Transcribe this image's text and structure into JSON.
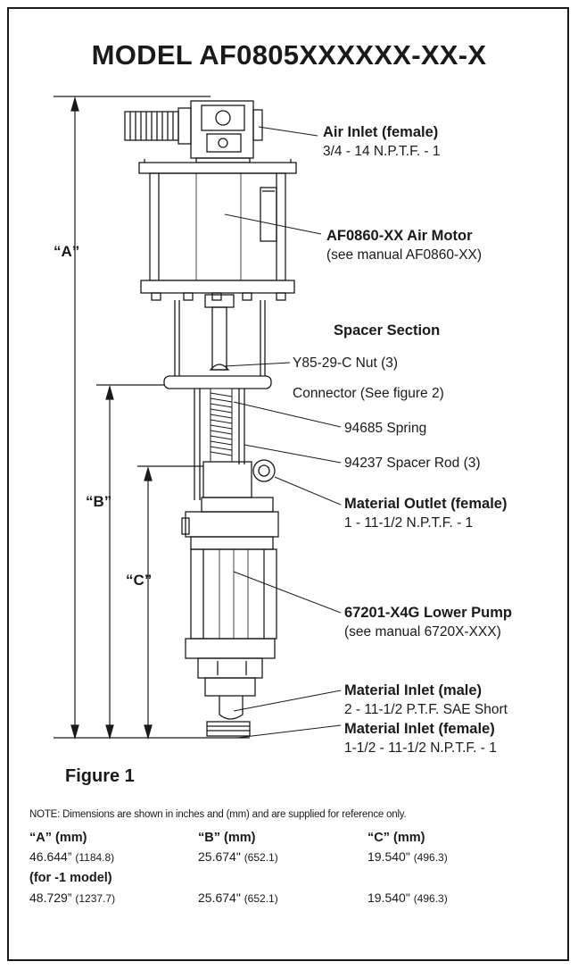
{
  "title": "MODEL AF0805XXXXXX-XX-X",
  "callouts": {
    "air_inlet": {
      "bold": "Air Inlet (female)",
      "sub": "3/4 - 14 N.P.T.F. - 1"
    },
    "air_motor": {
      "bold": "AF0860-XX Air Motor",
      "sub": "(see manual AF0860-XX)"
    },
    "spacer_section": "Spacer Section",
    "nut": "Y85-29-C Nut (3)",
    "connector": "Connector (See figure 2)",
    "spring": "94685 Spring",
    "spacer_rod": "94237 Spacer Rod (3)",
    "material_outlet": {
      "bold": "Material Outlet (female)",
      "sub": "1 - 11-1/2 N.P.T.F. - 1"
    },
    "lower_pump": {
      "bold": "67201-X4G Lower Pump",
      "sub": "(see manual 6720X-XXX)"
    },
    "material_inlet_male": {
      "bold": "Material Inlet (male)",
      "sub": "2 - 11-1/2 P.T.F. SAE Short"
    },
    "material_inlet_female": {
      "bold": "Material Inlet (female)",
      "sub": "1-1/2 - 11-1/2 N.P.T.F. - 1"
    }
  },
  "dimension_labels": {
    "a": "“A”",
    "b": "“B”",
    "c": "“C”"
  },
  "figure_label": "Figure 1",
  "note": "NOTE: Dimensions are shown in inches and (mm) and are supplied for reference only.",
  "table": {
    "headers": {
      "a": "“A” (mm)",
      "b": "“B” (mm)",
      "c": "“C” (mm)"
    },
    "row1": {
      "a_in": "46.644”",
      "a_mm": "(1184.8)",
      "b_in": "25.674\"",
      "b_mm": "(652.1)",
      "c_in": "19.540\"",
      "c_mm": "(496.3)"
    },
    "model_note": "(for -1 model)",
    "row2": {
      "a_in": "48.729”",
      "a_mm": "(1237.7)",
      "b_in": "25.674\"",
      "b_mm": "(652.1)",
      "c_in": "19.540\"",
      "c_mm": "(496.3)"
    }
  },
  "colors": {
    "ink": "#1a1a1a",
    "background": "#ffffff",
    "mid_gray": "#8a8a8a",
    "light_gray": "#d9d9d9"
  }
}
